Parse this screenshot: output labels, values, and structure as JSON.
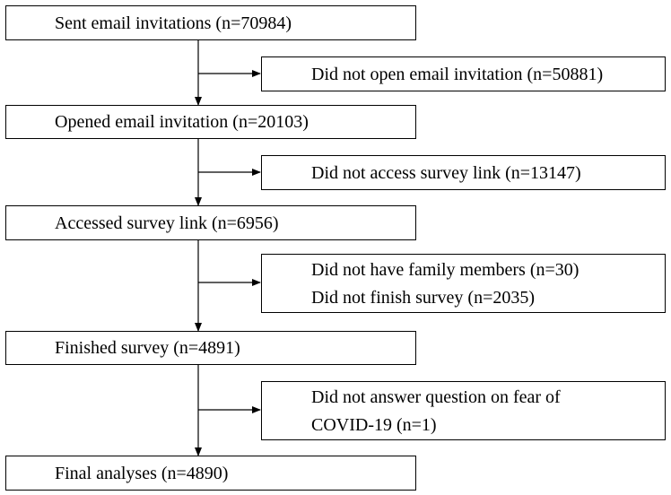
{
  "steps": [
    {
      "label": "Sent email invitations (n=70984)"
    },
    {
      "label": "Opened email invitation (n=20103)"
    },
    {
      "label": "Accessed survey link (n=6956)"
    },
    {
      "label": "Finished survey (n=4891)"
    },
    {
      "label": "Final analyses (n=4890)"
    }
  ],
  "exclusions": [
    {
      "lines": [
        "Did not open email invitation (n=50881)"
      ]
    },
    {
      "lines": [
        "Did not access survey link (n=13147)"
      ]
    },
    {
      "lines": [
        "Did not have family members (n=30)",
        "Did not finish survey (n=2035)"
      ]
    },
    {
      "lines": [
        "Did not answer question on fear of",
        "COVID-19 (n=1)"
      ]
    }
  ]
}
